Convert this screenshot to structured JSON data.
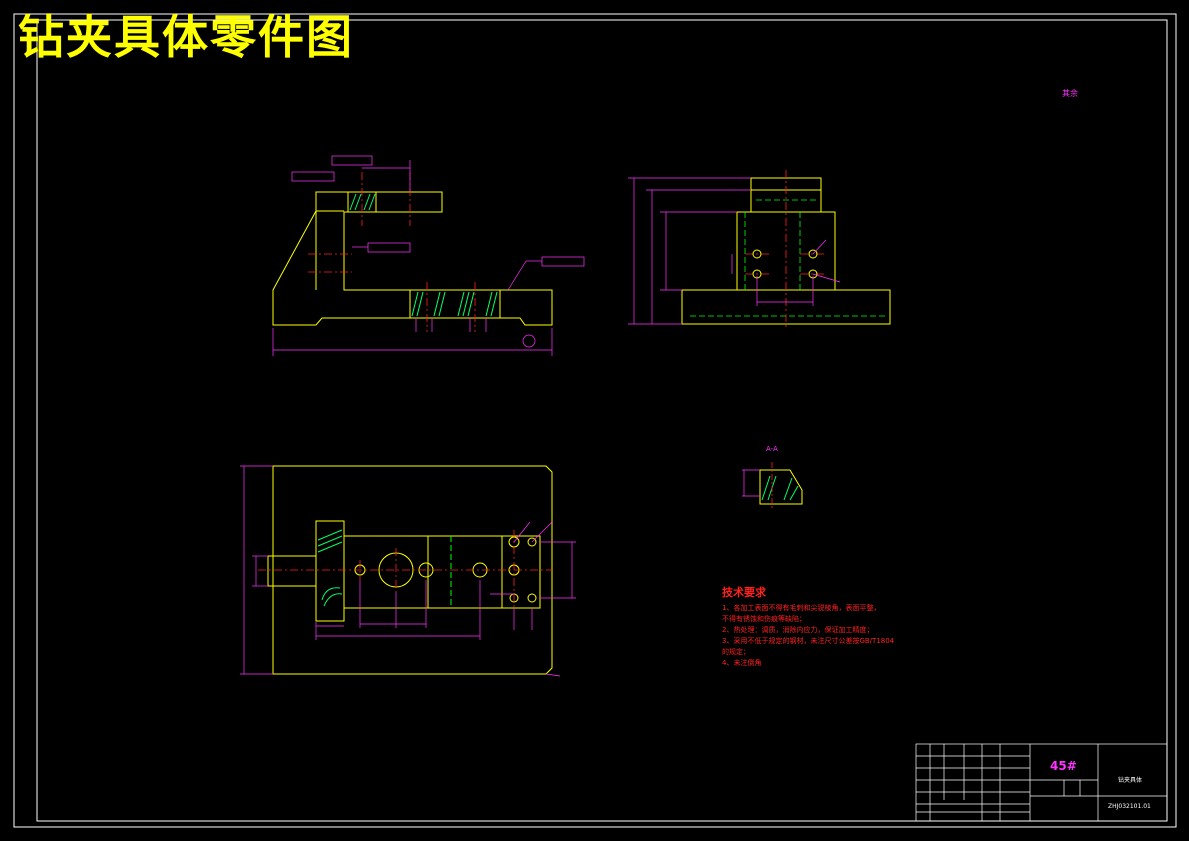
{
  "drawing": {
    "title": "钻夹具体零件图",
    "roughness_note": "其余",
    "section_label": "A-A",
    "tech_requirements": {
      "heading": "技术要求",
      "lines": [
        "1、各加工表面不得有毛刺和尖锐棱角，表面平整，",
        "不得有锈蚀和伤痕等缺陷；",
        "2、热处理：调质，消除内应力，保证加工精度；",
        "3、采用不低于规定的钢材，未注尺寸公差按GB/T1804",
        "的规定；",
        "4、未注倒角"
      ]
    },
    "title_block": {
      "material": "45#",
      "part_name": "钻夹具体",
      "drawing_code": "ZHJ032101.01"
    }
  },
  "colors": {
    "background": "#000000",
    "outline": "#ffff00",
    "dimension": "#ff33ff",
    "centerline": "#ff2020",
    "hidden": "#00ff00",
    "hatch": "#00ff66",
    "frame": "#ffffff",
    "notes": "#ff2020"
  }
}
